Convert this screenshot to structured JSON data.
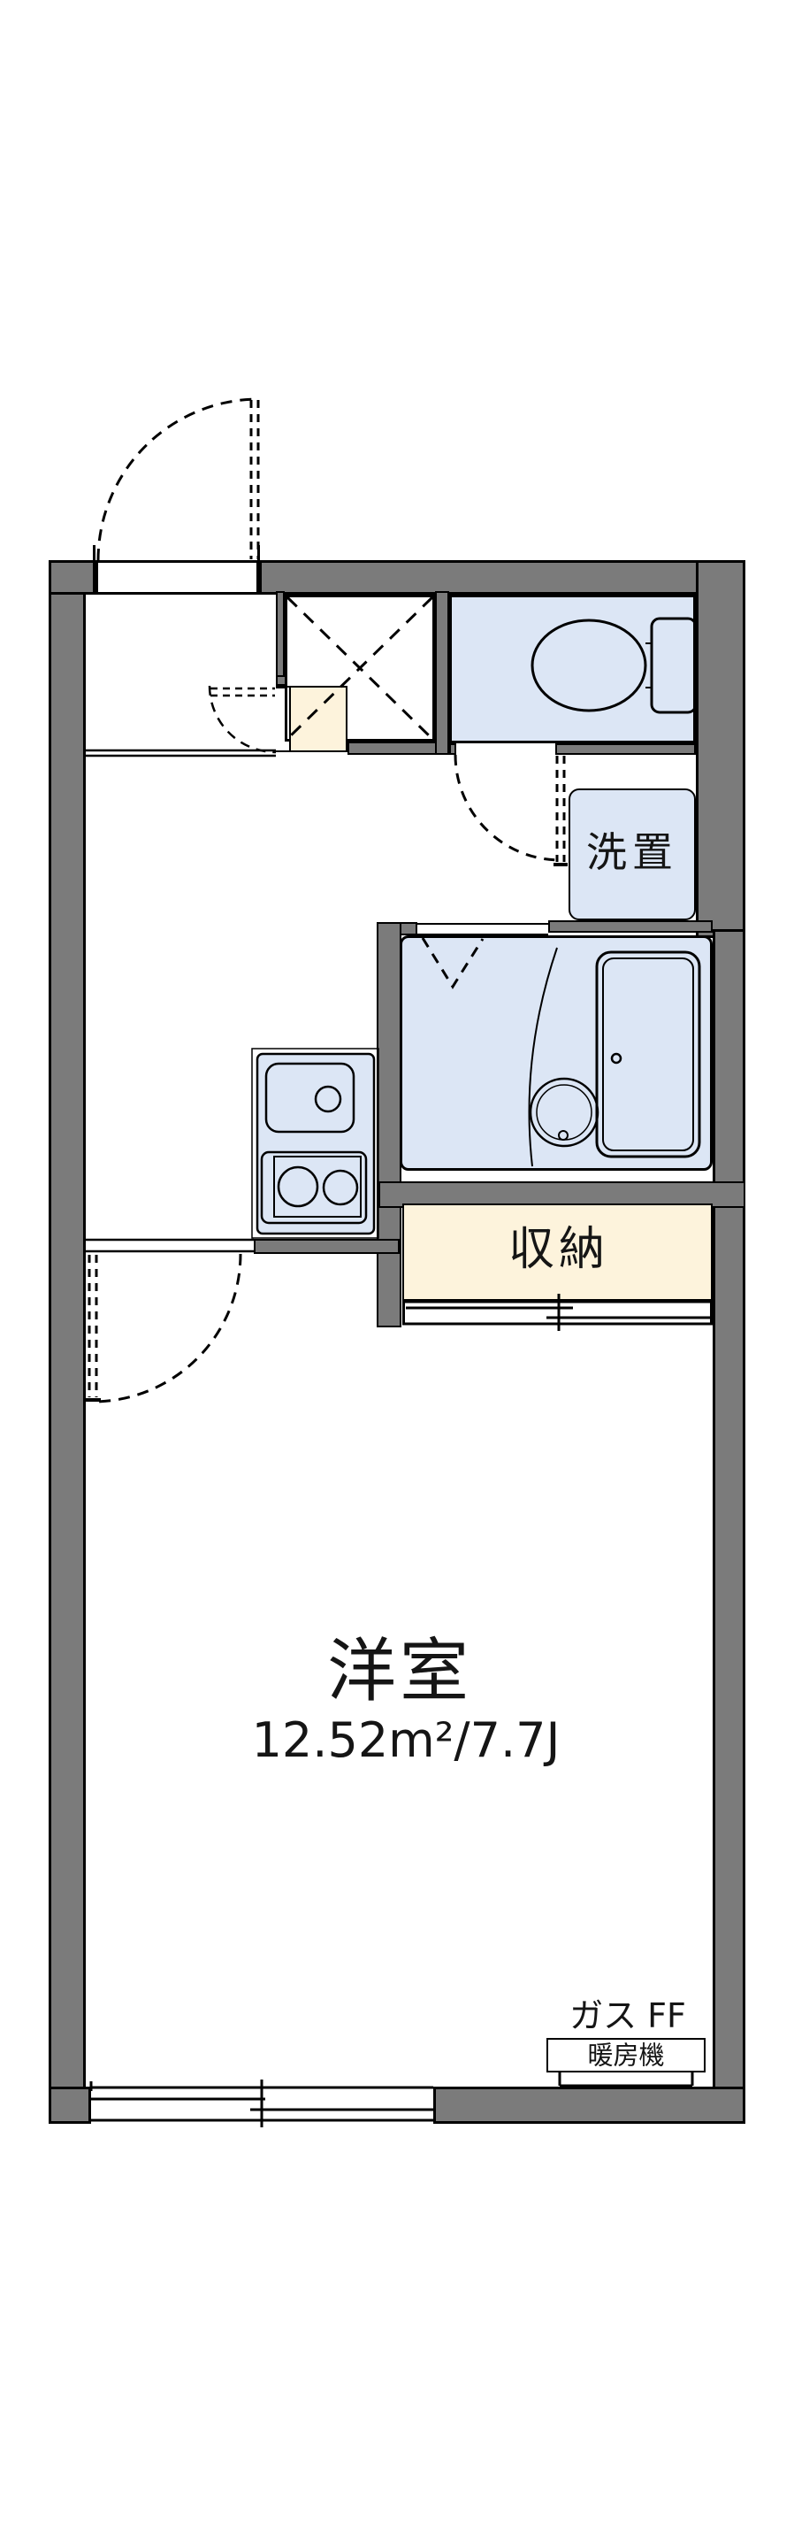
{
  "floor_plan": {
    "rooms": {
      "main_room": {
        "label": "洋室",
        "area": "12.52m²/7.7J"
      },
      "storage": {
        "label": "収納"
      },
      "washer_space": {
        "label": "洗置"
      },
      "heater": {
        "type_label": "ガス FF",
        "unit_label": "暖房機"
      }
    },
    "colors": {
      "wall": "#7b7b7b",
      "wet_area_fill": "#dce6f5",
      "storage_fill": "#fdf3dc",
      "outline": "#000000",
      "background": "#ffffff"
    },
    "icons": {
      "toilet": "toilet-icon",
      "bathtub": "bathtub-icon",
      "wash_basin": "wash-basin-icon",
      "kitchen_sink": "kitchen-sink-icon",
      "stove": "stove-burners-icon",
      "entrance_door": "door-swing-arc-icon",
      "folding_door": "folding-door-icon",
      "sliding_window": "sliding-window-icon",
      "upper_cabinet": "dashed-x-square-icon"
    }
  }
}
